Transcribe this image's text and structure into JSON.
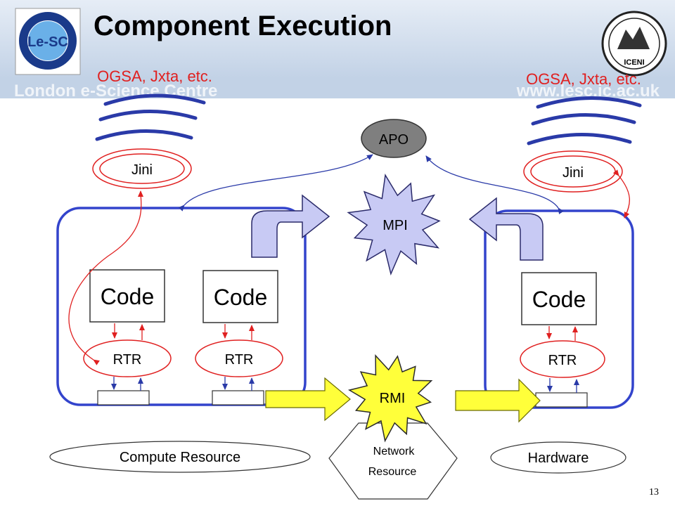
{
  "header": {
    "title": "Component Execution",
    "banner_text_left": "London e-Science Centre",
    "banner_text_right": "www.lesc.ic.ac.uk",
    "logo_left_text": "London e-Science Centre",
    "logo_left_mark": "Le-SC",
    "logo_right_text": "ICENI"
  },
  "diagram": {
    "left_protocols": "OGSA, Jxta, etc.",
    "right_protocols": "OGSA, Jxta, etc.",
    "apo": "APO",
    "mpi": "MPI",
    "rmi": "RMI",
    "jini_left": "Jini",
    "jini_right": "Jini",
    "code_1": "Code",
    "code_2": "Code",
    "code_3": "Code",
    "rtr_1": "RTR",
    "rtr_2": "RTR",
    "rtr_3": "RTR",
    "compute_resource": "Compute Resource",
    "network_resource_line1": "Network",
    "network_resource_line2": "Resource",
    "hardware": "Hardware"
  },
  "footer": {
    "page_number": "13"
  },
  "colors": {
    "title": "#000000",
    "banner_bg": "#cfdcec",
    "container_blue": "#3344cc",
    "wave_blue": "#2a3aa8",
    "red": "#e02020",
    "apo_fill": "#7f7f7f",
    "mpi_fill": "#c8caf4",
    "rmi_fill": "#ffff3a",
    "curved_arrow_fill": "#c8caf4"
  }
}
